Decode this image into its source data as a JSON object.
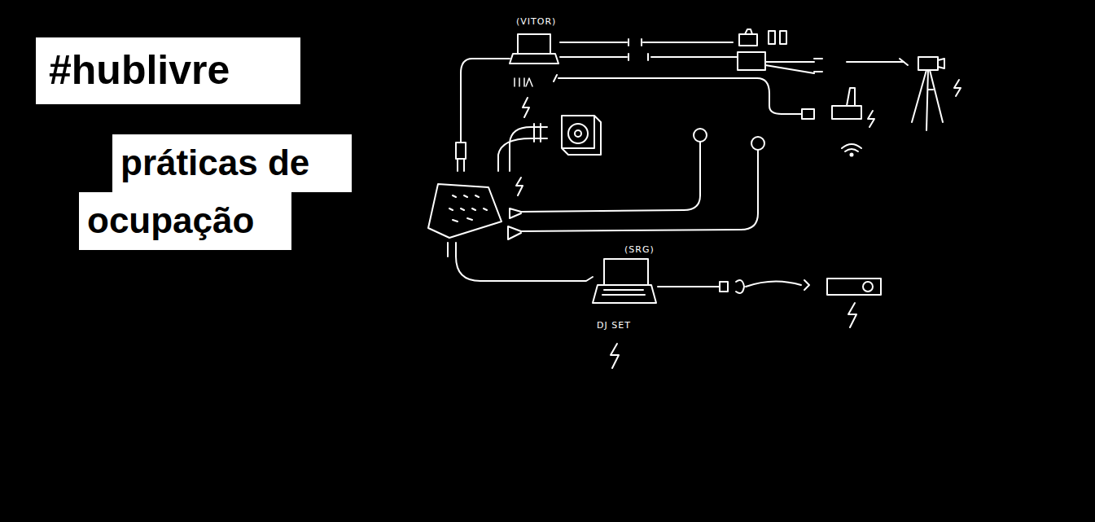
{
  "diagram": {
    "title": "#hublivre",
    "nodes": [
      {
        "text": [
          "práticas de"
        ]
      },
      {
        "text": [
          "ocupação"
        ]
      }
    ],
    "labels": [
      "(VITOR)",
      "(SRG)",
      "DJ SET"
    ]
  }
}
